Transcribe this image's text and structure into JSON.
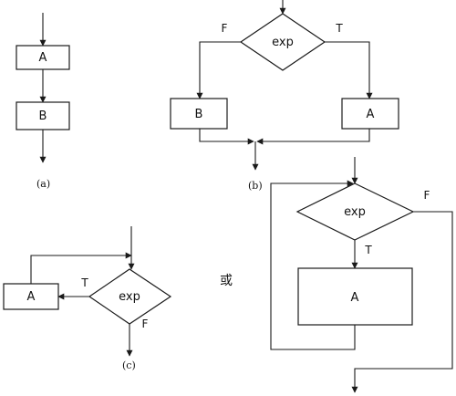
{
  "sequence": {
    "box_a": "A",
    "box_b": "B",
    "caption": "(a)"
  },
  "selection": {
    "condition": "exp",
    "false_label": "F",
    "true_label": "T",
    "box_false": "B",
    "box_true": "A",
    "caption": "(b)"
  },
  "loop_test_last": {
    "body": "A",
    "condition": "exp",
    "true_label": "T",
    "false_label": "F",
    "caption": "(c)"
  },
  "connector": "或",
  "loop_test_first": {
    "condition": "exp",
    "true_label": "T",
    "false_label": "F",
    "body": "A"
  }
}
